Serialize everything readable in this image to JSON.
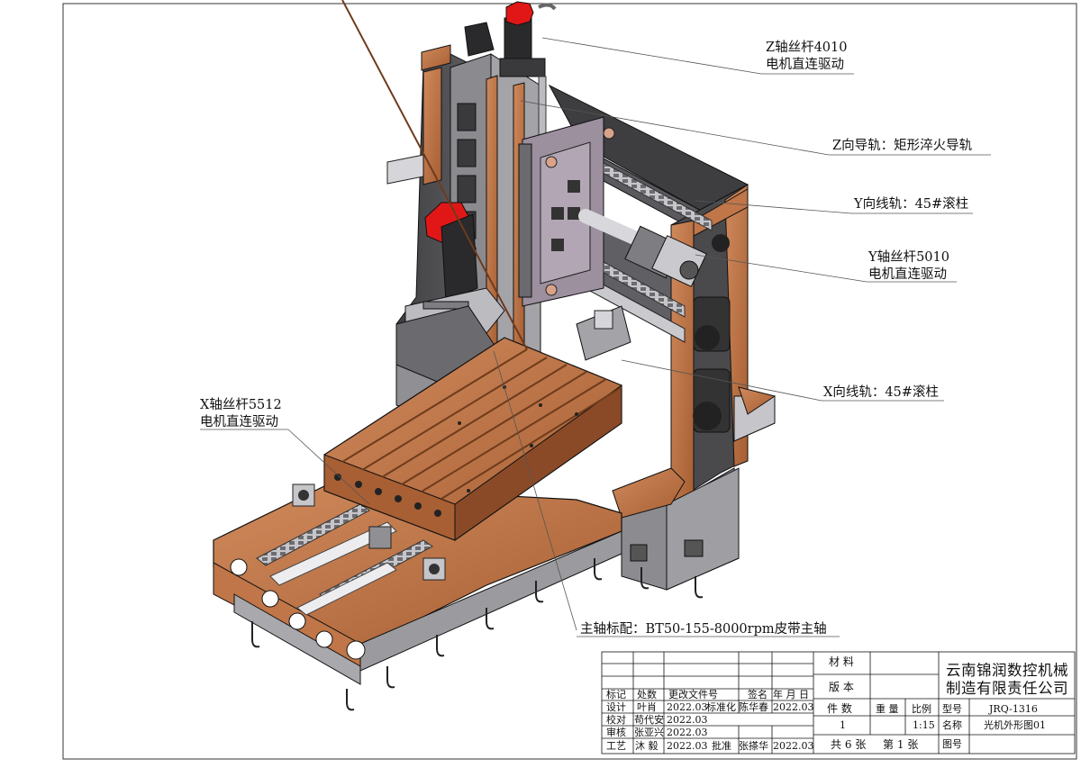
{
  "callouts": {
    "z_screw": [
      "Z轴丝杆4010",
      "电机直连驱动"
    ],
    "z_guide": "Z向导轨：矩形淬火导轨",
    "y_rail": "Y向线轨：45#滚柱",
    "y_screw": [
      "Y轴丝杆5010",
      "电机直连驱动"
    ],
    "x_rail": "X向线轨：45#滚柱",
    "x_screw": [
      "X轴丝杆5512",
      "电机直连驱动"
    ],
    "spindle": "主轴标配：BT50-155-8000rpm皮带主轴"
  },
  "title_block": {
    "material_label": "材 料",
    "version_label": "版 本",
    "company": [
      "云南锦润数控机械",
      "制造有限责任公司"
    ],
    "header": {
      "mark": "标记",
      "qty": "处数",
      "doc": "更改文件号",
      "sign": "签名",
      "date": "年 月 日"
    },
    "rows": [
      {
        "role": "设计",
        "name": "叶肖",
        "date": "2022.03",
        "role2": "标准化",
        "name2": "陈华春",
        "date2": "2022.03"
      },
      {
        "role": "校对",
        "name": "苟代安",
        "date": "2022.03"
      },
      {
        "role": "审核",
        "name": "张亚兴",
        "date": "2022.03"
      },
      {
        "role": "工艺",
        "name": "沐 毅",
        "date": "2022.03",
        "role2": "批准",
        "name2": "张搽华",
        "date2": "2022.03"
      }
    ],
    "count_label": "件 数",
    "count": "1",
    "weight_label": "重 量",
    "scale_label": "比例",
    "scale": "1:15",
    "model_label": "型号",
    "model": "JRQ-1316",
    "name_label": "名称",
    "name": "光机外形图01",
    "sheets_total_prefix": "共",
    "sheets_total": "6",
    "sheets_unit": "张",
    "sheet_no_prefix": "第",
    "sheet_no": "1",
    "drawing_no_label": "图号"
  },
  "colors": {
    "casting": "#b46a3c",
    "casting_light": "#d0875a",
    "steel_dark": "#4b4b4d",
    "steel": "#8f8f94",
    "steel_light": "#c9c9ce",
    "motor_red": "#e11717",
    "saddle": "#9c8f9e"
  }
}
